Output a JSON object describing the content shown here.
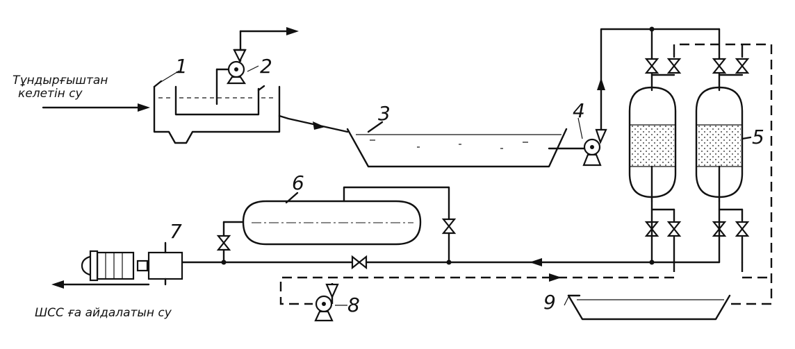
{
  "labels": {
    "inlet_line1": "Тұндырғыштан",
    "inlet_line2": "келетін су",
    "outlet": "ШСС ға айдалатын су"
  },
  "numbers": {
    "n1": "1",
    "n2": "2",
    "n3": "3",
    "n4": "4",
    "n5": "5",
    "n6": "6",
    "n7": "7",
    "n8": "8",
    "n9": "9"
  },
  "colors": {
    "ink": "#111111",
    "paper": "#ffffff"
  }
}
